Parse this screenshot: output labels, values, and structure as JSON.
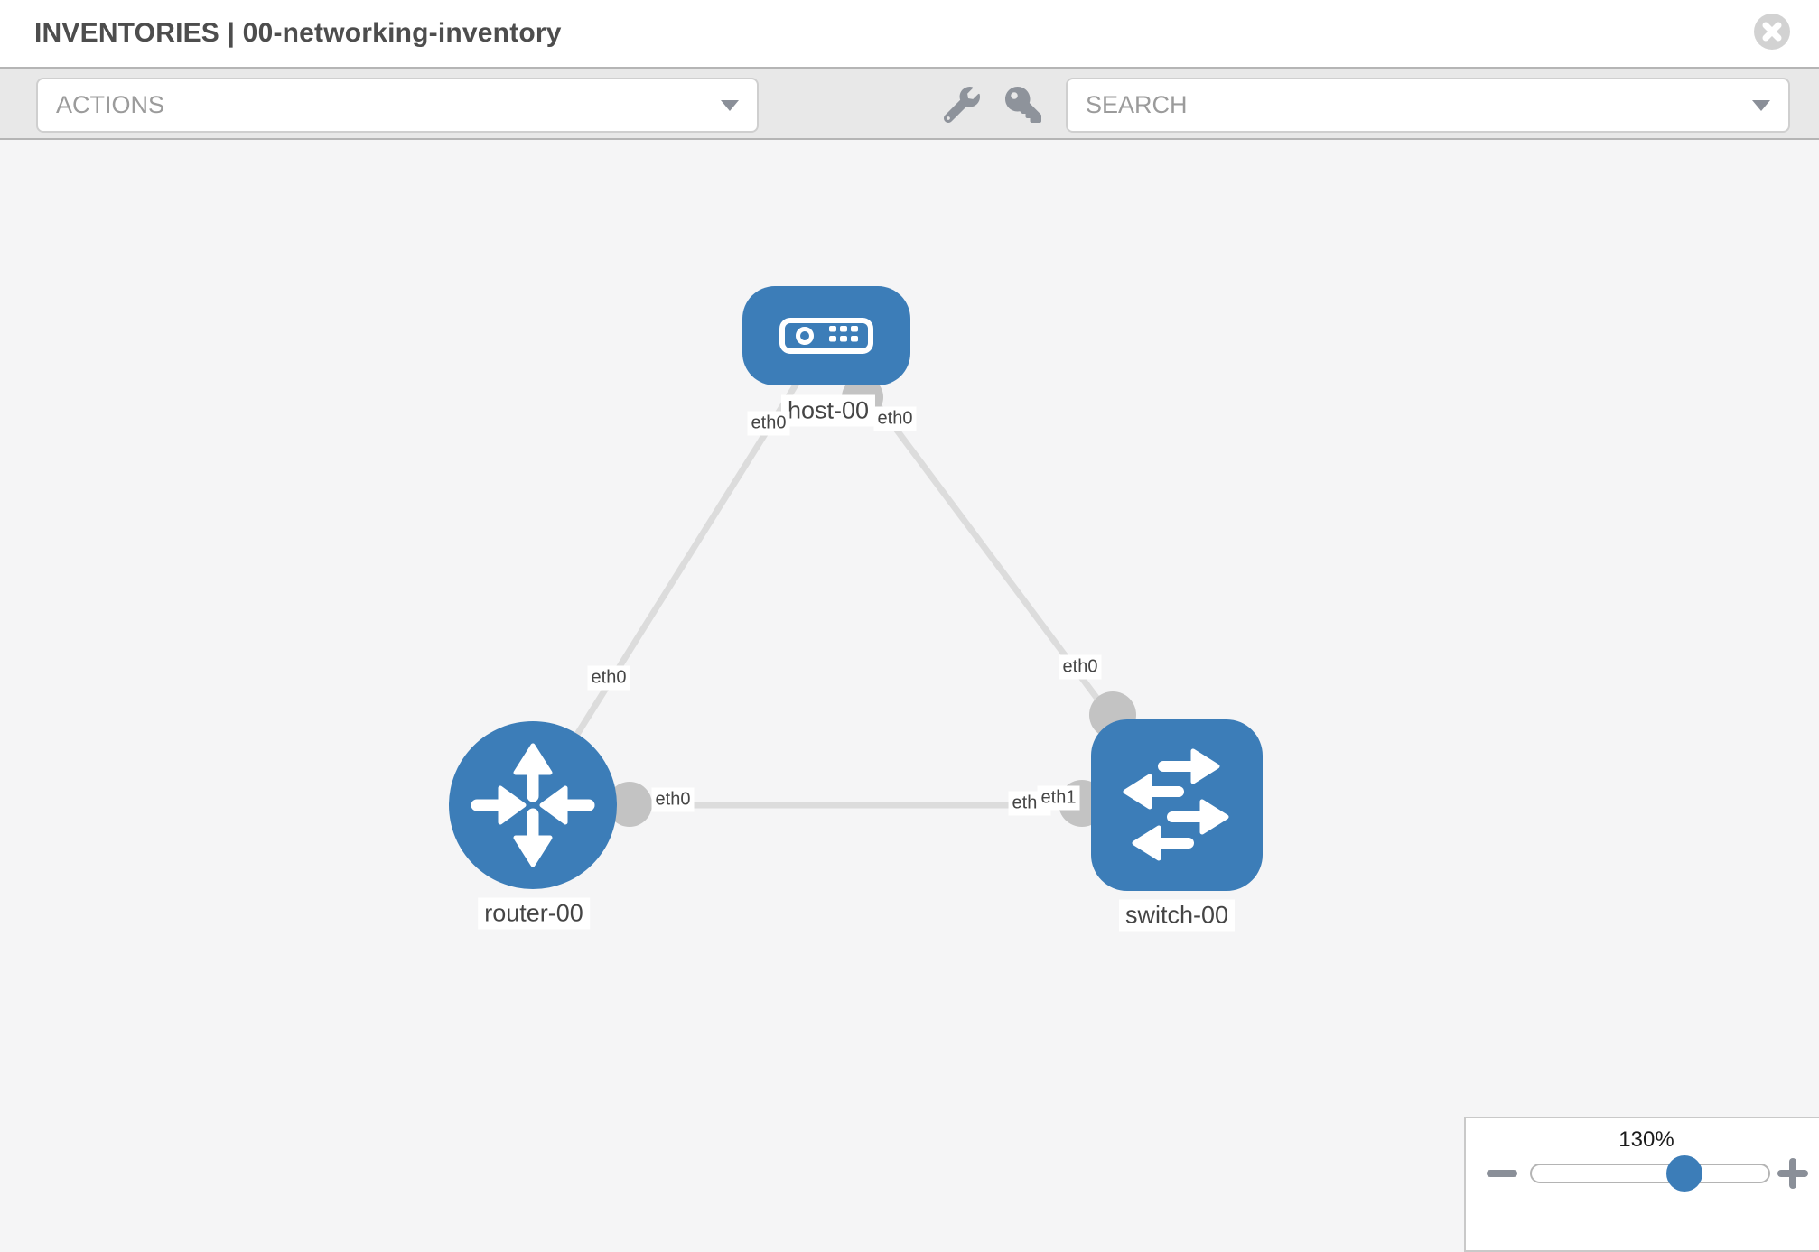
{
  "header": {
    "title": "INVENTORIES | 00-networking-inventory",
    "close_icon": "x-circle-icon"
  },
  "toolbar": {
    "actions_dropdown": {
      "label": "ACTIONS"
    },
    "wrench_icon": "wrench-icon",
    "key_icon": "key-icon",
    "search_dropdown": {
      "placeholder": "SEARCH"
    }
  },
  "topology": {
    "nodes": [
      {
        "label": "host-00",
        "type": "host",
        "icon": "host-icon"
      },
      {
        "label": "router-00",
        "type": "router",
        "icon": "router-icon"
      },
      {
        "label": "switch-00",
        "type": "switch",
        "icon": "switch-icon"
      }
    ],
    "links": [
      {
        "from": "host-00",
        "to": "router-00",
        "from_interface": "eth0",
        "to_interface": "eth0"
      },
      {
        "from": "host-00",
        "to": "switch-00",
        "from_interface": "eth0",
        "to_interface": "eth0"
      },
      {
        "from": "router-00",
        "to": "switch-00",
        "from_interface": "eth0",
        "to_interface": "eth1"
      }
    ]
  },
  "zoom_control": {
    "level": "130%"
  },
  "colors": {
    "node_blue": "#3c7db8",
    "link_gray": "#dcdcdc",
    "endpoint_gray": "#c3c3c3",
    "toolbar_gray": "#e8e8e8",
    "title_text": "#4d4d4d"
  }
}
